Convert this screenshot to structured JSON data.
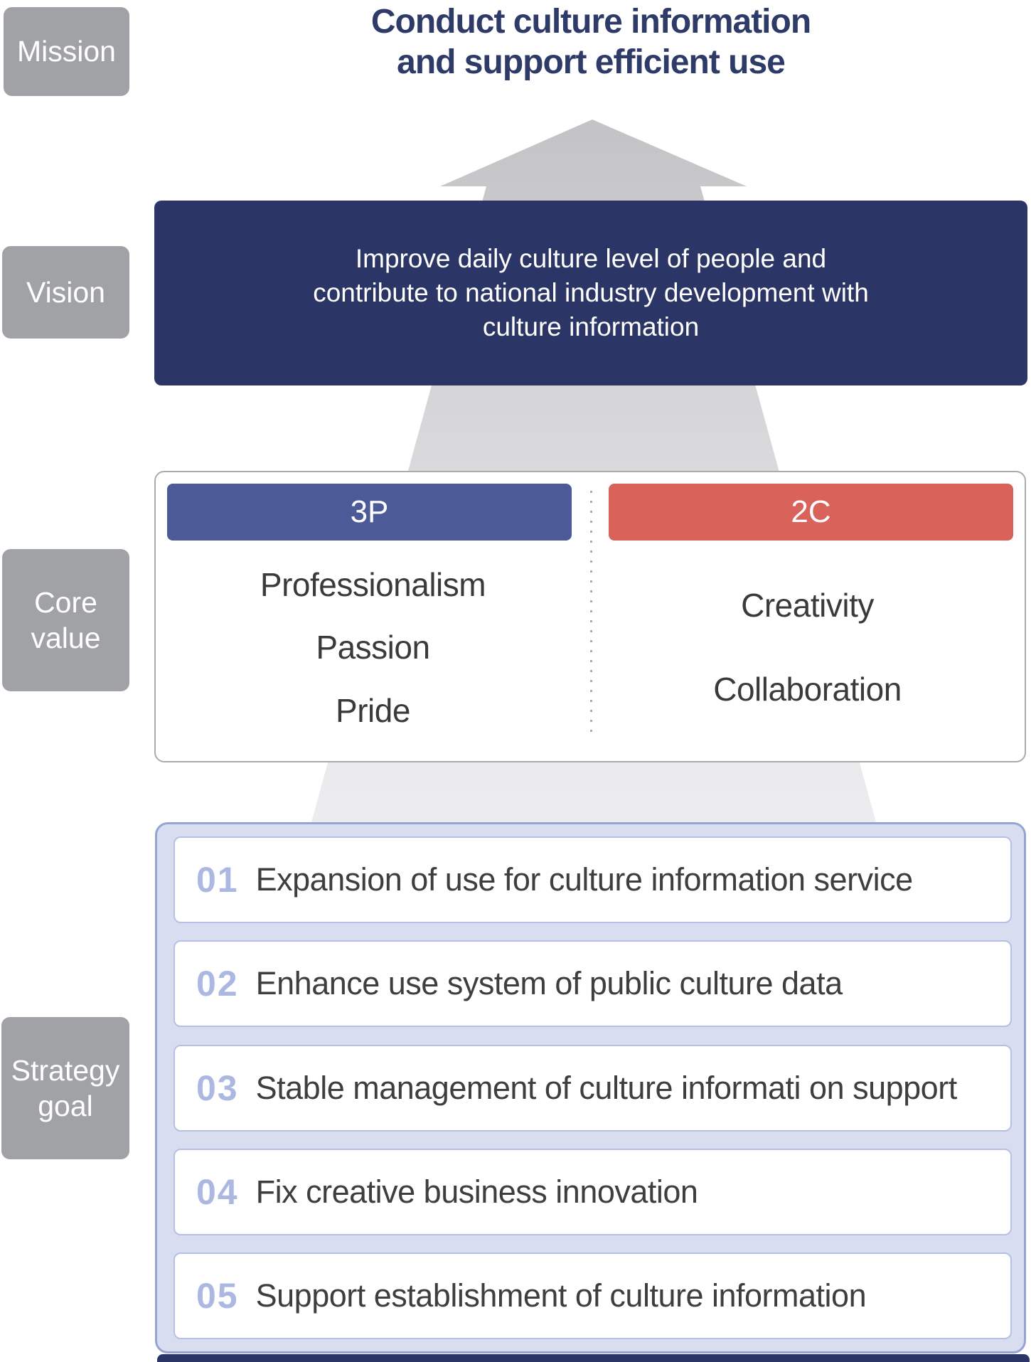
{
  "labels": {
    "mission": "Mission",
    "vision": "Vision",
    "core_line1": "Core",
    "core_line2": "value",
    "strategy_line1": "Strategy",
    "strategy_line2": "goal"
  },
  "mission": {
    "title_line1": "Conduct culture information",
    "title_line2": "and support efficient use"
  },
  "vision": {
    "lines": [
      "Improve daily culture level of people and",
      "contribute to national industry development with",
      "culture information"
    ]
  },
  "core_value": {
    "groups": [
      {
        "header": "3P",
        "color": "#4C5B97",
        "values": [
          "Professionalism",
          "Passion",
          "Pride"
        ]
      },
      {
        "header": "2C",
        "color": "#D9635A",
        "values": [
          "Creativity",
          "Collaboration"
        ]
      }
    ]
  },
  "strategy_goals": {
    "items": [
      {
        "number": "01",
        "text": "Expansion of use for culture information service"
      },
      {
        "number": "02",
        "text": "Enhance use system of public culture data"
      },
      {
        "number": "03",
        "text": "Stable management of culture informati on support"
      },
      {
        "number": "04",
        "text": "Fix creative business innovation"
      },
      {
        "number": "05",
        "text": "Support establishment of culture information"
      }
    ]
  },
  "colors": {
    "navy": "#2C3666",
    "title_navy": "#2E3A68",
    "label_gray": "#A0A2A6",
    "arrow_gray_top": "#C5C5C7",
    "arrow_gray_bottom": "#EDEDEF",
    "strategy_fill": "#D8DDF0",
    "strategy_border": "#96A4D3",
    "item_border": "#B6C0E4",
    "item_number": "#ACB8E2"
  }
}
